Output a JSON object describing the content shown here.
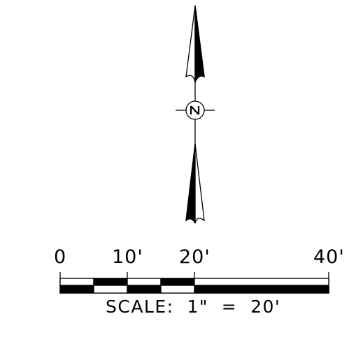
{
  "north_arrow": {
    "symbol": "N"
  },
  "scale_bar": {
    "tick_labels": [
      "0",
      "10'",
      "20'",
      "40'"
    ],
    "caption": "SCALE:  1\"  =  20'"
  }
}
